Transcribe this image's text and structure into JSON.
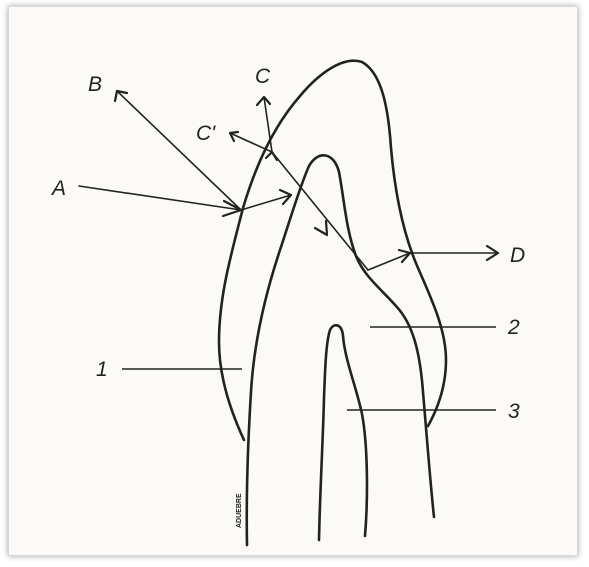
{
  "labels": {
    "a": "A",
    "b": "B",
    "c": "C",
    "c_prime": "C'",
    "d": "D",
    "one": "1",
    "two": "2",
    "three": "3"
  },
  "signature": "ADUEBRE",
  "colors": {
    "ink": "#222222",
    "paper": "#fbfaf6"
  }
}
